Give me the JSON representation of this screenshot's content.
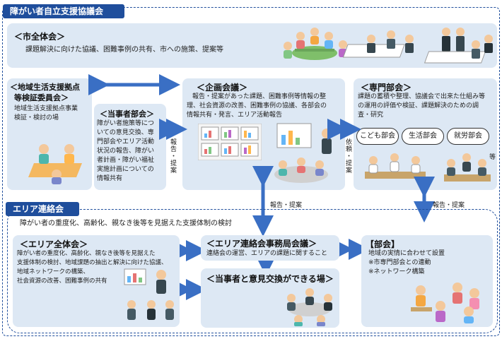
{
  "header": {
    "title": "障がい者自立支援協議会"
  },
  "city_council": {
    "title": "＜市全体会＞",
    "desc": "課題解決に向けた協議、困難事例の共有、市への施策、提案等"
  },
  "regional_hub": {
    "title_line1": "＜地域生活支援拠点",
    "title_line2": "等検証委員会＞",
    "desc_line1": "地域生活支援拠点事業",
    "desc_line2": "検証・検討の場"
  },
  "stakeholder_committee": {
    "title": "＜当事者部会＞",
    "desc": [
      "障がい者施策等につ",
      "いての意見交換、専",
      "門部会やエリア活動",
      "状況の報告、障がい",
      "者計画・障がい福祉",
      "実施計画についての",
      "情報共有"
    ]
  },
  "planning_meeting": {
    "title": "＜企画会議＞",
    "desc": [
      "報告・提案があった課題、困難事例等情報の整",
      "理、社会資源の改善、困難事例の協議、各部会の",
      "情報共有・発言、エリア活動報告"
    ]
  },
  "specialist_committee": {
    "title": "＜専門部会＞",
    "desc": [
      "課題の蓄積や整理、協議会で出来た仕組み等",
      "の運用の評価や検証、課題解決のための調",
      "査・研究"
    ],
    "subgroups": [
      "こども部会",
      "生活部会",
      "就労部会"
    ],
    "etc": "等"
  },
  "arrow_labels": {
    "report_left": "報告・提案",
    "request_right": "依頼・提案",
    "report_center": "報告・提案",
    "report_right": "報告・提案"
  },
  "area_band": {
    "title": "エリア連絡会"
  },
  "area_theme": "障がい者の重度化、高齢化、親なき後等を見据えた支援体制の検討",
  "area_general": {
    "title": "＜エリア全体会＞",
    "desc": [
      "障がい者の重度化、高齢化、親なき後等を見据えた",
      "支援体制の検討、地域課題の抽出と解決に向けた協議、",
      "地域ネットワークの構築、",
      "社会資源の改善、困難事例の共有"
    ]
  },
  "area_secretariat": {
    "title": "＜エリア連絡会事務局会議＞",
    "desc": "連絡会の運営、エリアの課題に関すること"
  },
  "exchange_place": {
    "title": "＜当事者と意見交換ができる場＞"
  },
  "area_subcommittee": {
    "title": "【部会】",
    "desc": [
      "地域の実情に合わせて設置",
      "※市専門部会との連動",
      "※ネットワーク構築"
    ]
  },
  "colors": {
    "navy": "#1f4e9c",
    "box": "#dde8f4",
    "arrow": "#3a6fc4"
  }
}
